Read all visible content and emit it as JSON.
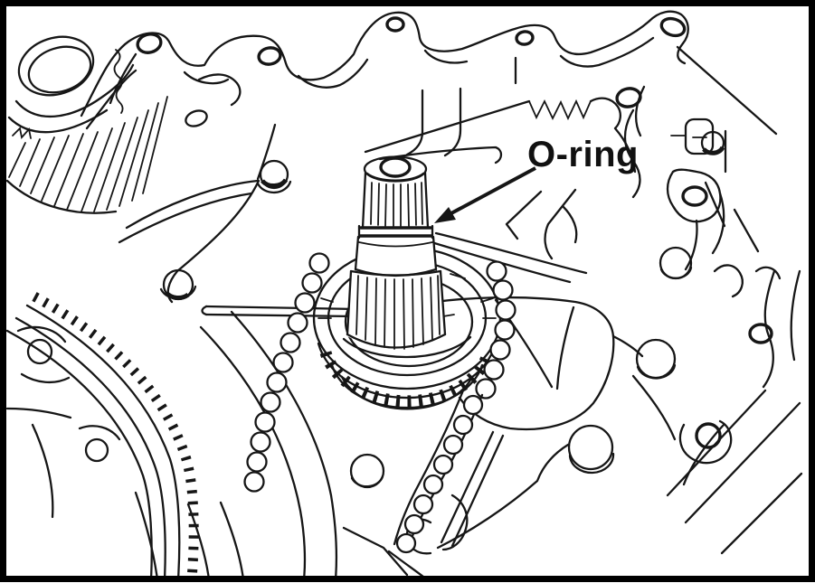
{
  "figure": {
    "kind": "service-manual-line-illustration",
    "annotation": {
      "label": "O-ring"
    },
    "colors": {
      "ink": "#161616",
      "background": "#ffffff",
      "border": "#000000"
    },
    "components": {
      "helical_gear": "helical-gear",
      "case_flange": "transaxle-case-flange",
      "shaft": "splined-output-shaft",
      "oring_groove": "o-ring-groove",
      "sprocket": "drive-sprocket",
      "chain": "drive-chain",
      "ring_gear": "ring-gear",
      "bolt_holes": "bolt-holes"
    }
  }
}
